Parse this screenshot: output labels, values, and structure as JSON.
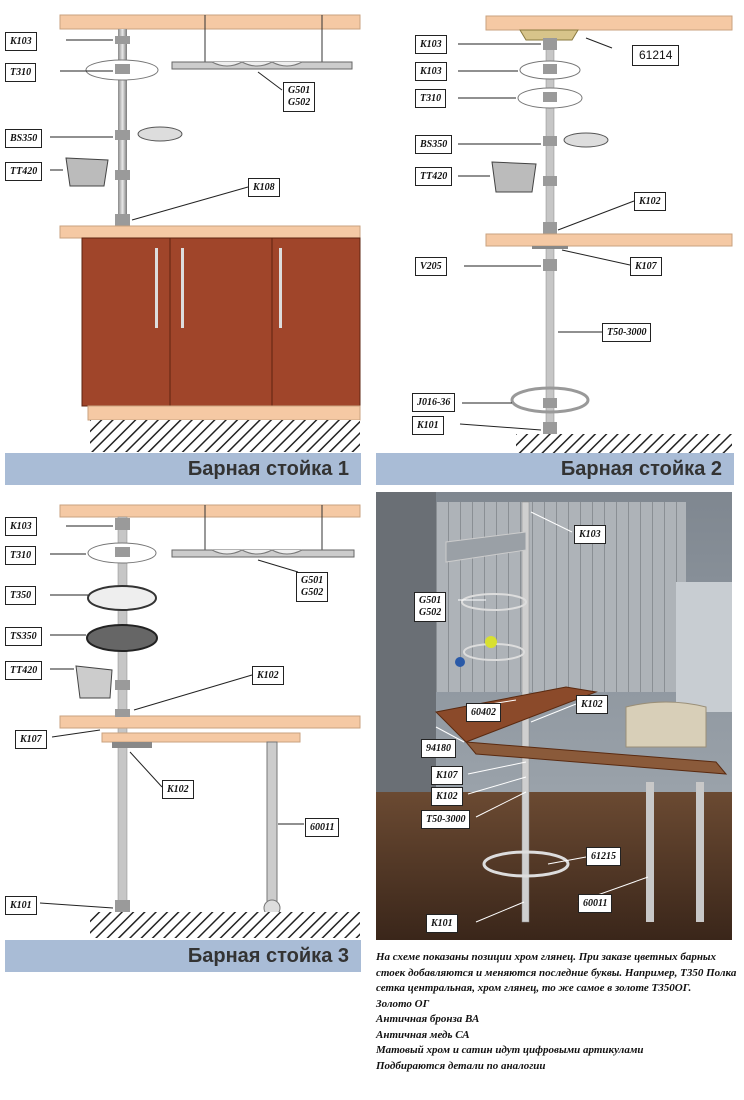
{
  "panels": [
    {
      "caption": "Барная стойка 1",
      "labels": {
        "k103": "K103",
        "t310": "T310",
        "bs350": "BS350",
        "tt420": "TT420",
        "k108": "K108",
        "g501": "G501",
        "g502": "G502"
      }
    },
    {
      "caption": "Барная стойка 2",
      "labels": {
        "k103a": "K103",
        "k103b": "K103",
        "t310": "T310",
        "bs350": "BS350",
        "tt420": "TT420",
        "k102": "K102",
        "v205": "V205",
        "k107": "K107",
        "t50": "T50-3000",
        "j016": "J016-36",
        "k101": "K101",
        "p61214": "61214"
      }
    },
    {
      "caption": "Барная стойка 3",
      "labels": {
        "k103": "K103",
        "t310": "T310",
        "t350": "T350",
        "ts350": "TS350",
        "tt420": "TT420",
        "k102a": "K102",
        "k107": "K107",
        "k102b": "K102",
        "p60011": "60011",
        "k101": "K101",
        "g501": "G501",
        "g502": "G502"
      }
    },
    {
      "caption": "",
      "labels": {
        "k103": "K103",
        "g501": "G501",
        "g502": "G502",
        "p60402": "60402",
        "k102a": "K102",
        "p94180": "94180",
        "k107": "K107",
        "k102b": "K102",
        "t50": "T50-3000",
        "p61215": "61215",
        "p60011": "60011",
        "k101": "K101"
      }
    }
  ],
  "note": {
    "paragraph": "На схеме показаны позиции хром глянец. При заказе цветных барных стоек добавляются и меняются последние буквы. Например, Т350 Полка сетка центральная, хром глянец, то же самое в золоте Т350ОГ.",
    "lines": [
      "Золото ОГ",
      "Античная бронза ВА",
      "Античная медь СА",
      "Матовый хром и сатин идут цифровыми артикулами",
      "Подбираются детали по аналогии"
    ]
  },
  "colors": {
    "counter": "#f5c9a4",
    "cabinet": "#a0452a",
    "caption_bg": "#a9bcd6",
    "pole": "#b5b5b5"
  }
}
